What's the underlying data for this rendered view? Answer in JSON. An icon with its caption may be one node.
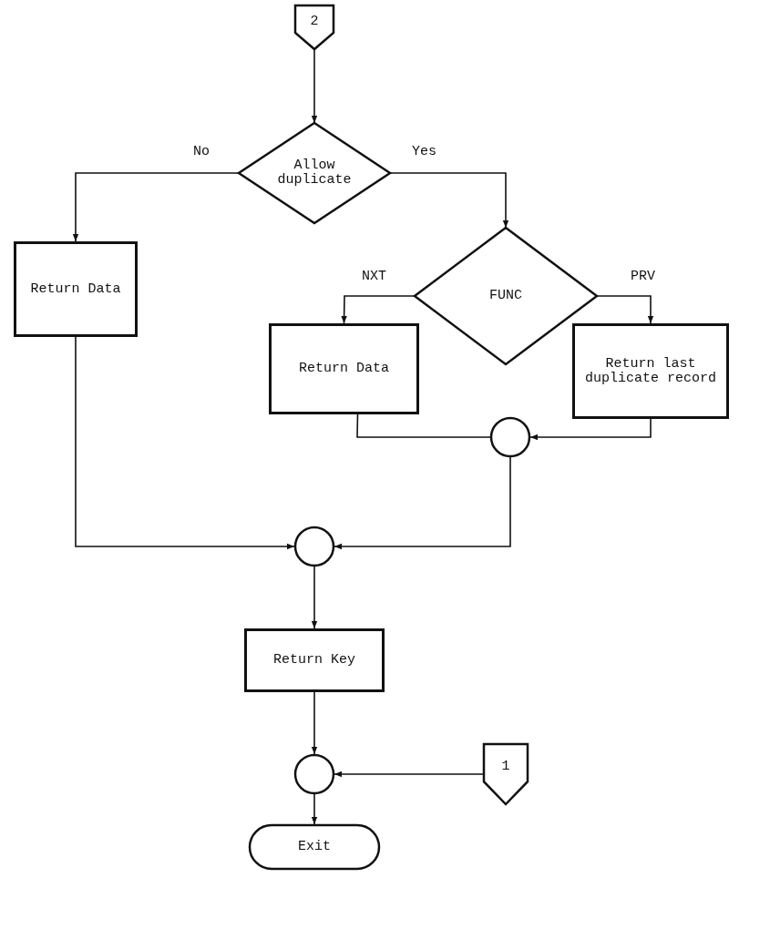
{
  "diagram": {
    "nodes": [
      {
        "text": [
          "2"
        ]
      },
      {
        "text": [
          "Allow duplicate"
        ]
      },
      {
        "text": [
          "Return Data"
        ]
      },
      {
        "text": [
          "FUNC"
        ]
      },
      {
        "text": [
          "Return Data"
        ]
      },
      {
        "text": [
          "Return last duplicate record"
        ]
      },
      {
        "text": [],
        "shape": "circle"
      },
      {
        "text": [],
        "shape": "circle"
      },
      {
        "text": [
          "Return Key"
        ]
      },
      {
        "text": [],
        "shape": "circle"
      },
      {
        "text": [
          "1"
        ]
      },
      {
        "text": [
          "Exit"
        ]
      }
    ],
    "edges": [
      {
        "from": 0,
        "to": 1,
        "arrow": "to"
      },
      {
        "from": 1,
        "to": 2,
        "arrow": "to",
        "label": "No"
      },
      {
        "from": 1,
        "to": 3,
        "arrow": "to",
        "label": "Yes"
      },
      {
        "from": 3,
        "to": 4,
        "arrow": "to",
        "label": "NXT"
      },
      {
        "from": 3,
        "to": 5,
        "arrow": "to",
        "label": "PRV"
      },
      {
        "from": 4,
        "to": 6,
        "arrow": "to"
      },
      {
        "from": 5,
        "to": 6,
        "arrow": "to"
      },
      {
        "from": 2,
        "to": 7,
        "arrow": "to"
      },
      {
        "from": 6,
        "to": 7,
        "arrow": "to"
      },
      {
        "from": 7,
        "to": 8,
        "arrow": "to"
      },
      {
        "from": 8,
        "to": 9,
        "arrow": "to"
      },
      {
        "from": 10,
        "to": 9,
        "arrow": "to"
      },
      {
        "from": 9,
        "to": 11,
        "arrow": "to"
      }
    ]
  }
}
